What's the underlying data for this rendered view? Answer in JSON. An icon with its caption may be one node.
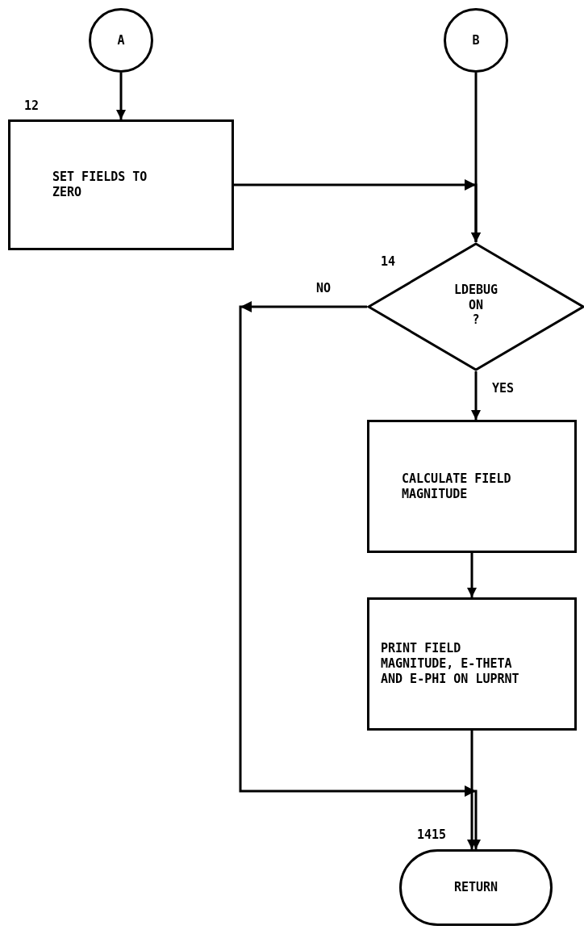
{
  "diagram": {
    "nodes": [
      {
        "text": [
          "A"
        ]
      },
      {
        "text": [
          "B"
        ]
      },
      {
        "text": [
          "SET FIELDS TO ZERO"
        ],
        "beside": [
          "12"
        ]
      },
      {
        "text": [
          "LDEBUG ON ?"
        ],
        "beside": [
          "14"
        ]
      },
      {
        "text": [
          "CALCULATE FIELD MAGNITUDE"
        ]
      },
      {
        "text": [
          "PRINT FIELD MAGNITUDE, E-THETA AND E-PHI ON LUPRNT"
        ]
      },
      {
        "text": [
          "RETURN"
        ],
        "beside": [
          "1415"
        ]
      }
    ],
    "edges": [
      {
        "from": 0,
        "to": 2,
        "arrow": "to"
      },
      {
        "from": 1,
        "to": 3,
        "arrow": "to"
      },
      {
        "from": 2,
        "to": 3,
        "arrow": "to"
      },
      {
        "from": 3,
        "to": 4,
        "arrow": "to",
        "label": "YES"
      },
      {
        "from": 3,
        "to": 6,
        "arrow": "to",
        "label": "NO"
      },
      {
        "from": 4,
        "to": 5,
        "arrow": "to"
      },
      {
        "from": 5,
        "to": 6,
        "arrow": "to"
      }
    ]
  }
}
